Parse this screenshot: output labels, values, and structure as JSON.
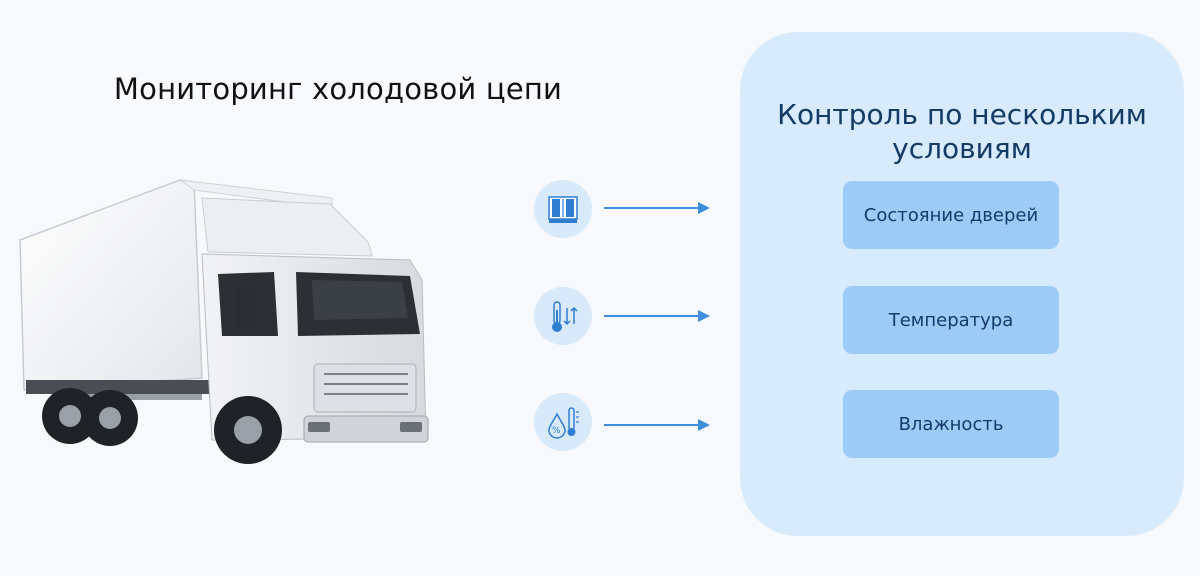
{
  "title": "Мониторинг холодовой цепи",
  "panel": {
    "title_line1": "Контроль по нескольким",
    "title_line2": "условиям"
  },
  "conditions": [
    {
      "label": "Состояние дверей",
      "icon": "door-icon"
    },
    {
      "label": "Температура",
      "icon": "thermometer-icon"
    },
    {
      "label": "Влажность",
      "icon": "humidity-icon"
    }
  ],
  "colors": {
    "accent": "#3f8fdc",
    "panel": "#d8ebfc",
    "condition_box": "#9ccbf7",
    "icon_circle": "#d8e9fa",
    "text_dark": "#143a66"
  }
}
